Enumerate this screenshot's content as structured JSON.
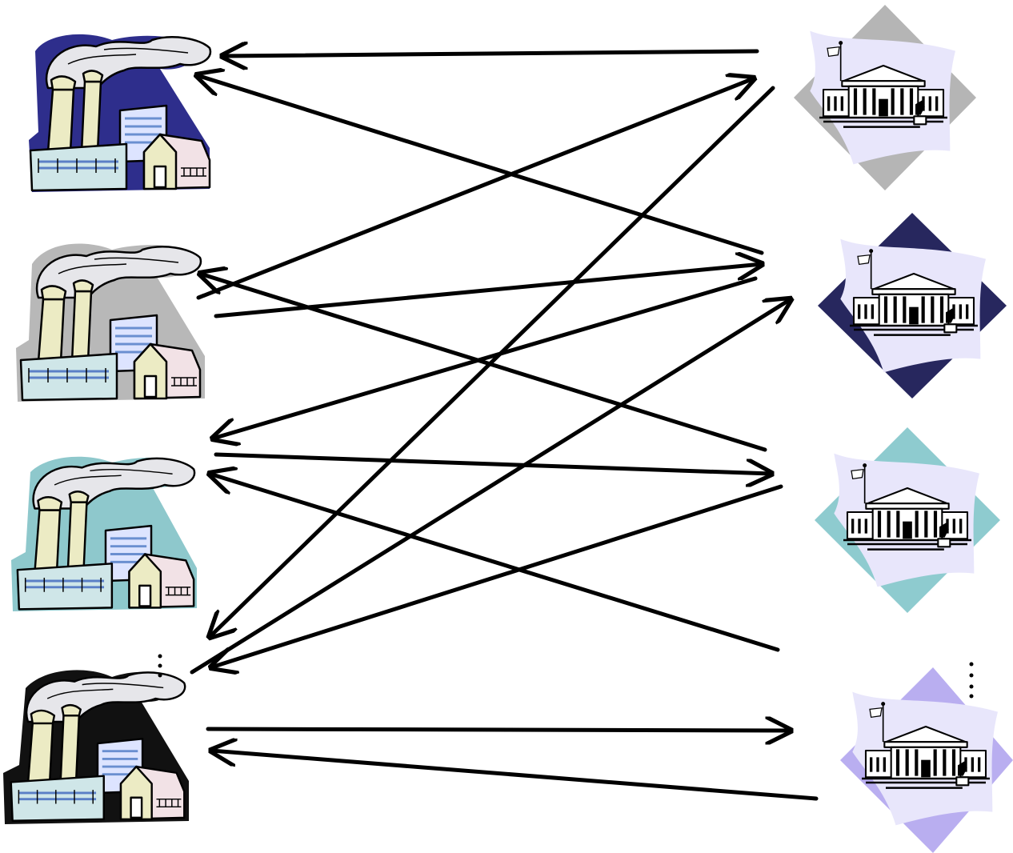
{
  "diagram": {
    "type": "bipartite-connection-diagram",
    "left_group": {
      "node_icon": "factory-icon",
      "nodes": [
        {
          "id": "factory-1",
          "accent": "#2e2e8c"
        },
        {
          "id": "factory-2",
          "accent": "#b8b8b8"
        },
        {
          "id": "factory-3",
          "accent": "#8ec8cc"
        },
        {
          "id": "factory-4",
          "accent": "#111111"
        }
      ],
      "continuation_marker": "ellipsis-vertical-icon"
    },
    "right_group": {
      "node_icon": "bank-building-icon",
      "nodes": [
        {
          "id": "bank-1",
          "accent": "#b5b5b5"
        },
        {
          "id": "bank-2",
          "accent": "#27275e"
        },
        {
          "id": "bank-3",
          "accent": "#8ecbcf"
        },
        {
          "id": "bank-4",
          "accent": "#b9aef0"
        }
      ],
      "continuation_marker": "ellipsis-vertical-icon"
    },
    "edges": [
      {
        "from": "bank-1",
        "to": "factory-1"
      },
      {
        "from": "bank-2",
        "to": "factory-1"
      },
      {
        "from": "factory-2",
        "to": "bank-1"
      },
      {
        "from": "factory-2",
        "to": "bank-2"
      },
      {
        "from": "bank-2",
        "to": "factory-3"
      },
      {
        "from": "bank-3",
        "to": "factory-2"
      },
      {
        "from": "factory-3",
        "to": "bank-3"
      },
      {
        "from": "bank-1",
        "to": "factory-4"
      },
      {
        "from": "factory-4",
        "to": "bank-2"
      },
      {
        "from": "bank-3",
        "to": "factory-4"
      },
      {
        "from": "bank-4",
        "to": "factory-3"
      },
      {
        "from": "factory-4",
        "to": "bank-4"
      },
      {
        "from": "bank-4",
        "to": "factory-4"
      }
    ]
  }
}
